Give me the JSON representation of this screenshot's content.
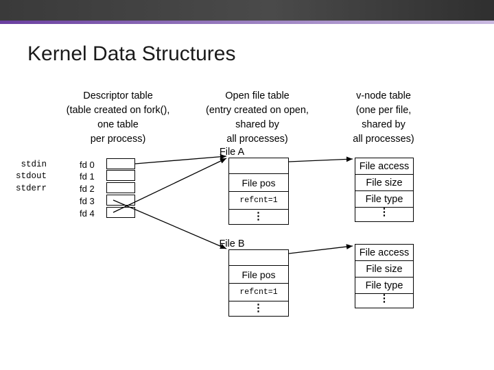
{
  "slide": {
    "title": "Kernel Data Structures"
  },
  "headings": {
    "descriptor": "Descriptor table\n(table created on fork(),\none table\nper process)",
    "open_file": "Open file table\n(entry created on open,\nshared by\nall processes)",
    "vnode": "v-node table\n(one per file,\nshared by\nall processes)"
  },
  "descriptor_table": {
    "streams": [
      "stdin",
      "stdout",
      "stderr"
    ],
    "fds": [
      "fd 0",
      "fd 1",
      "fd 2",
      "fd 3",
      "fd 4"
    ]
  },
  "open_file_table": [
    {
      "title": "File A",
      "rows": [
        "File pos",
        "refcnt=1",
        "⋮"
      ]
    },
    {
      "title": "File B",
      "rows": [
        "File pos",
        "refcnt=1",
        "⋮"
      ]
    }
  ],
  "vnode_table": [
    {
      "rows": [
        "File access",
        "File size",
        "File type",
        "⋮"
      ]
    },
    {
      "rows": [
        "File access",
        "File size",
        "File type",
        "⋮"
      ]
    }
  ],
  "colors": {
    "accent": "#6a3fa0",
    "header_bar": "#3a3a3a",
    "text": "#000000",
    "background": "#ffffff"
  }
}
